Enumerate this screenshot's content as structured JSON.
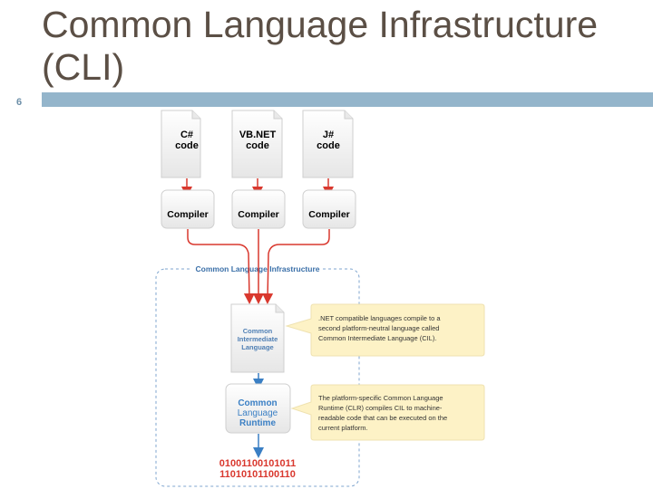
{
  "slide": {
    "title": "Common Language Infrastructure (CLI)",
    "number": "6"
  },
  "diagram": {
    "sources": [
      {
        "line1": "C#",
        "line2": "code"
      },
      {
        "line1": "VB.NET",
        "line2": "code"
      },
      {
        "line1": "J#",
        "line2": "code"
      }
    ],
    "compiler_label": "Compiler",
    "cli_label_a": "Common Language",
    "cli_label_b": "Infrastructure",
    "cil_doc": [
      "Common",
      "Intermediate",
      "Language"
    ],
    "clr_box": [
      "Common",
      "Language",
      "Runtime"
    ],
    "binary": [
      "01001100101011",
      "11010101100110"
    ],
    "note1": [
      ".NET compatible languages compile to a",
      "second platform-neutral language called",
      "Common Intermediate Language (CIL)."
    ],
    "note2": [
      "The platform-specific Common Language",
      "Runtime (CLR) compiles CIL to machine-",
      "readable code that can be executed on the",
      "current platform."
    ]
  },
  "colors": {
    "accent_bar": "#94b5cb",
    "arrow_red": "#d9382e",
    "arrow_blue": "#3a7fc4",
    "binary_red": "#d9382e",
    "note_bg": "#fdf2c6"
  }
}
